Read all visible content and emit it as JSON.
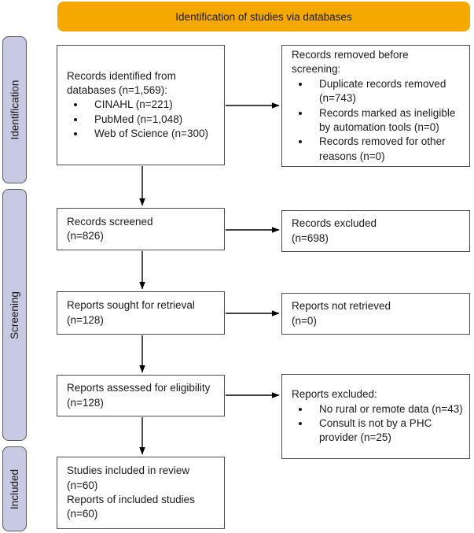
{
  "banner": {
    "label": "Identification of studies via databases"
  },
  "stages": [
    {
      "label": "Identification"
    },
    {
      "label": "Screening"
    },
    {
      "label": "Included"
    }
  ],
  "boxes": {
    "records_identified": {
      "lines": [
        "Records identified from",
        "databases (n=1,569):"
      ],
      "bullets": [
        "CINAHL (n=221)",
        "PubMed (n=1,048)",
        "Web of Science (n=300)"
      ]
    },
    "records_removed": {
      "lines": [
        "Records removed before",
        "screening:"
      ],
      "bullets": [
        "Duplicate records removed (n=743)",
        "Records marked as ineligible by automation tools (n=0)",
        "Records removed for other reasons (n=0)"
      ]
    },
    "records_screened": {
      "lines": [
        "Records screened",
        "(n=826)"
      ]
    },
    "records_excluded": {
      "lines": [
        "Records excluded",
        "(n=698)"
      ]
    },
    "reports_sought": {
      "lines": [
        "Reports sought for retrieval",
        "(n=128)"
      ]
    },
    "reports_not_retrieved": {
      "lines": [
        "Reports not retrieved",
        "(n=0)"
      ]
    },
    "reports_assessed": {
      "lines": [
        "Reports assessed for eligibility",
        "(n=128)"
      ]
    },
    "reports_excluded": {
      "lines": [
        "Reports excluded:"
      ],
      "bullets": [
        "No rural or remote data (n=43)",
        "Consult is not by a PHC provider (n=25)"
      ]
    },
    "studies_included": {
      "lines": [
        "Studies included in review",
        "(n=60)",
        "Reports of included studies",
        "(n=60)"
      ]
    }
  },
  "colors": {
    "banner_bg": "#F5A800",
    "banner_text": "#1A1A1A",
    "stage_bg": "#C8C9E2",
    "stage_border": "#5A5A5E",
    "box_border": "#4D4D50",
    "box_bg": "#FFFFFF",
    "text": "#1A1A1A",
    "arrow": "#000000"
  }
}
